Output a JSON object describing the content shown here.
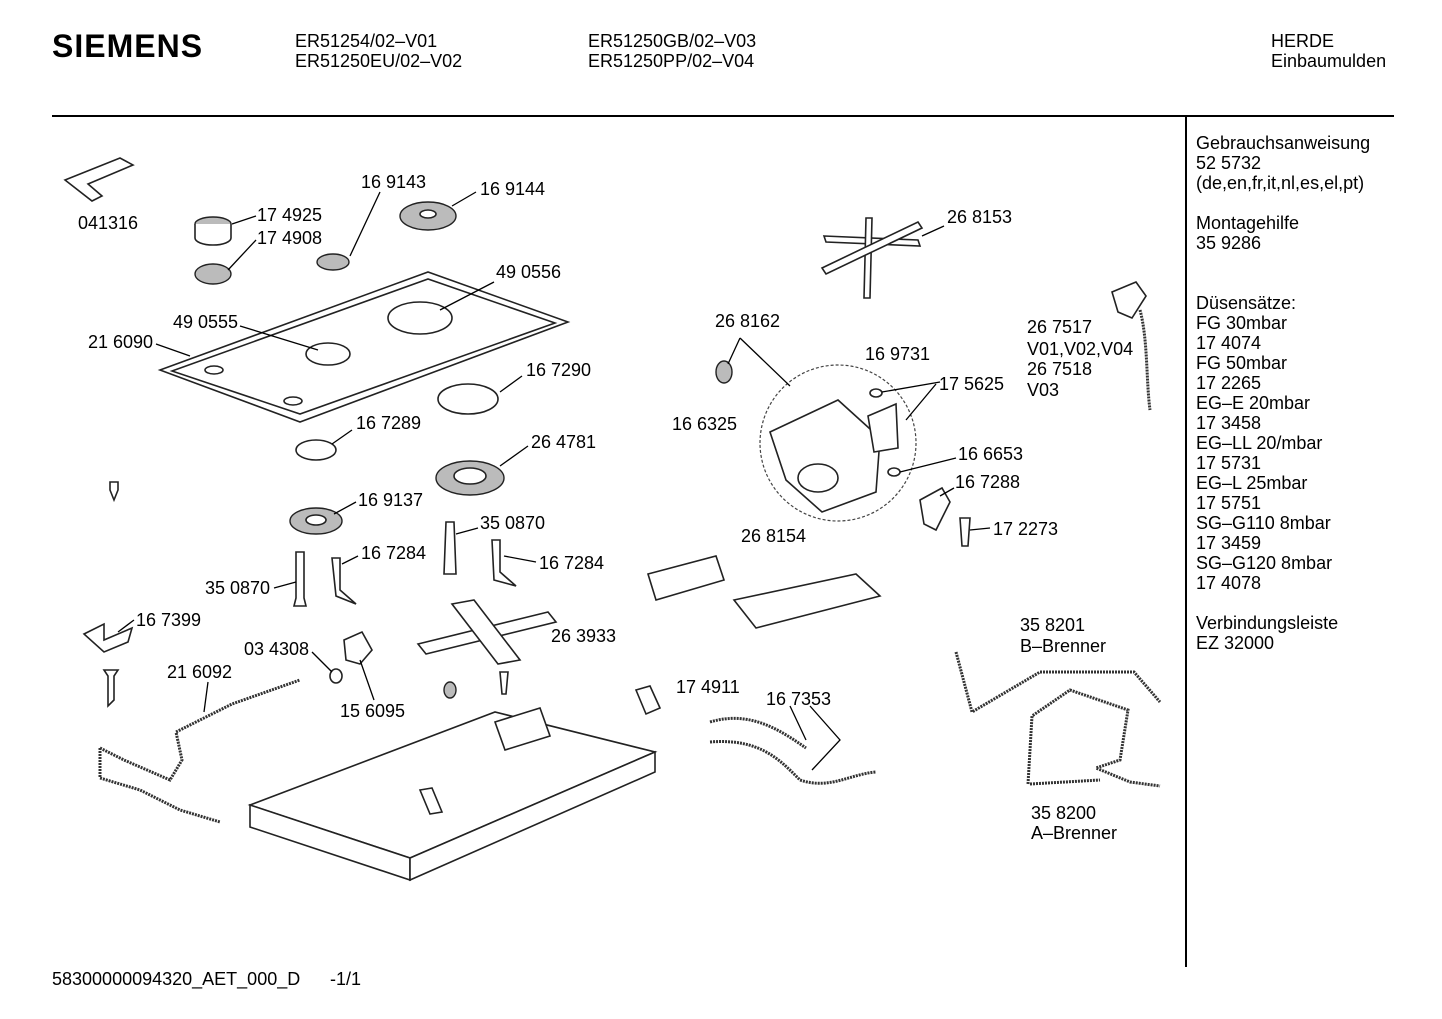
{
  "header": {
    "brand": "SIEMENS",
    "models_col1": [
      "ER51254/02–V01",
      "ER51250EU/02–V02"
    ],
    "models_col2": [
      "ER51250GB/02–V03",
      "ER51250PP/02–V04"
    ],
    "category": [
      "HERDE",
      "Einbaumulden"
    ]
  },
  "sidebar": {
    "lines": [
      "Gebrauchsanweisung",
      "52 5732",
      "(de,en,fr,it,nl,es,el,pt)",
      "",
      "Montagehilfe",
      "35 9286",
      "",
      "",
      "Düsensätze:",
      "FG 30mbar",
      "17 4074",
      "FG 50mbar",
      "17 2265",
      "EG–E 20mbar",
      "17 3458",
      "EG–LL 20/mbar",
      "17 5731",
      "EG–L 25mbar",
      "17 5751",
      "SG–G110 8mbar",
      "17 3459",
      "SG–G120 8mbar",
      "17 4078",
      "",
      "Verbindungsleiste",
      "EZ 32000"
    ]
  },
  "labels": [
    "041316",
    "16 9143",
    "16 9144",
    "17 4925",
    "17 4908",
    "49 0556",
    "49 0555",
    "21 6090",
    "16 7290",
    "16 7289",
    "26 4781",
    "16 9137",
    "35 0870",
    "16 7284",
    "35 0870",
    "16 7284",
    "16 7399",
    "03 4308",
    "26 3933",
    "21 6092",
    "15 6095",
    "17 4911",
    "16 7353",
    "26 8153",
    "26 8162",
    "16 6325",
    "16 9731",
    "17 5625",
    "16 6653",
    "16 7288",
    "17 2273",
    "26 8154",
    "26 7517",
    "V01,V02,V04",
    "26 7518",
    "V03",
    "35 8201",
    "B–Brenner",
    "35 8200",
    "A–Brenner"
  ],
  "footer": {
    "doc_id": "58300000094320_AET_000_D",
    "page": "-1/1"
  },
  "icons": [
    "plug-icon",
    "burner-cap-icon",
    "valve-assembly-icon"
  ]
}
